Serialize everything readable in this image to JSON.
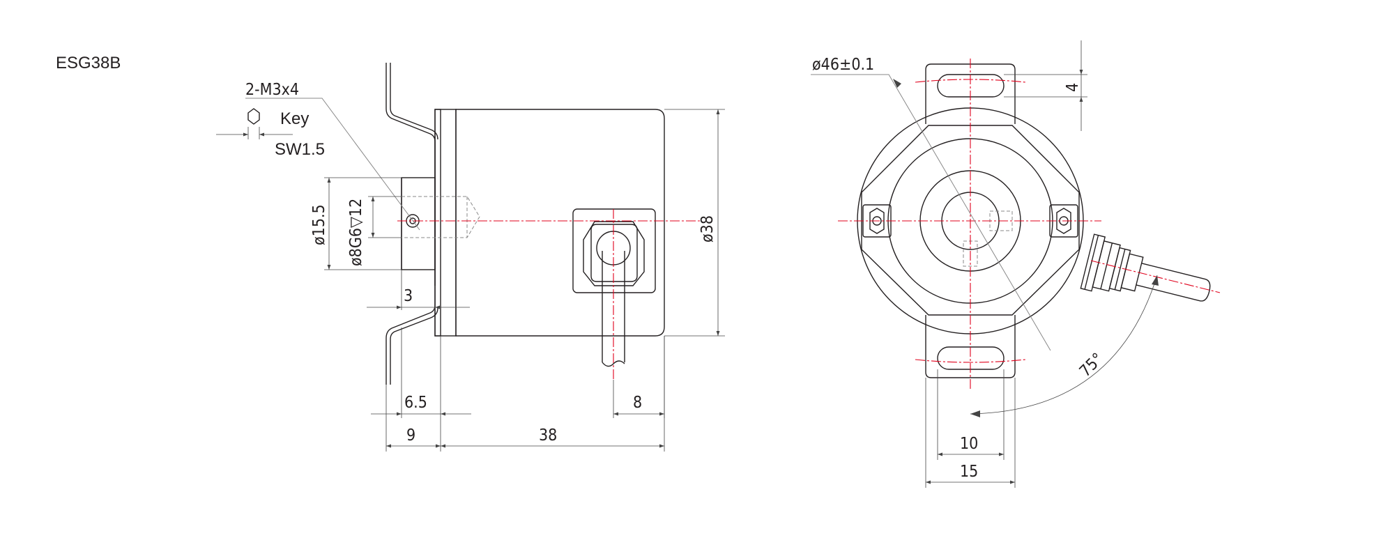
{
  "title": "ESG38B",
  "side_view": {
    "screw_note": "2-M3x4",
    "key_label": "Key",
    "key_size": "SW1.5",
    "dim_flange_diameter": "ø15.5",
    "dim_shaft_hole": "ø8G6▽12",
    "dim_body_diameter": "ø38",
    "dim_flange_gap": "3",
    "dim_spring_offset": "6.5",
    "dim_spring_depth": "9",
    "dim_body_length": "38",
    "dim_cable_offset": "8"
  },
  "front_view": {
    "dim_mount_circle": "ø46±0.1",
    "dim_slot_height": "4",
    "dim_cable_angle": "75°",
    "dim_slot_length": "10",
    "dim_slot_outer": "15"
  }
}
